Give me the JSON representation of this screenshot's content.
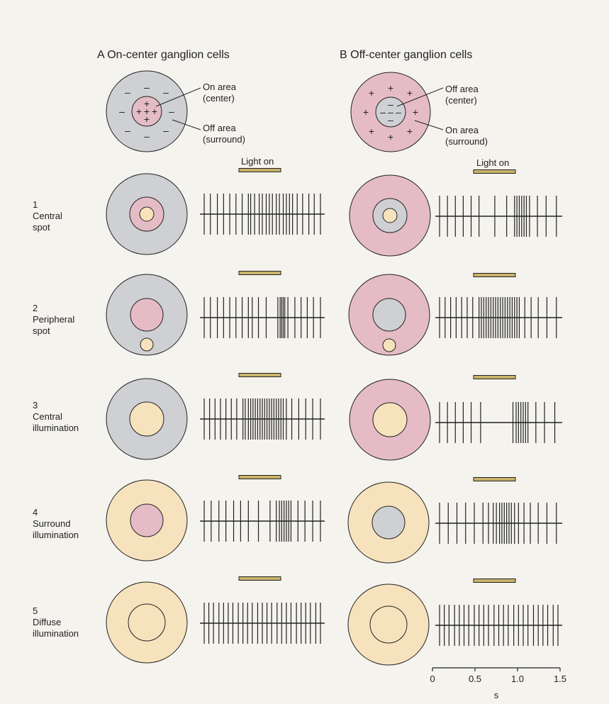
{
  "colors": {
    "paper": "#f5f3ee",
    "gray": "#cfd0d3",
    "pink": "#e5bcc6",
    "yellow": "#f6e2bd",
    "ink": "#222222",
    "light_bar": "#c9b36a"
  },
  "columns": [
    {
      "title": "A  On-center ganglion cells",
      "key_labels": {
        "center": [
          "On area",
          "(center)"
        ],
        "surround": [
          "Off area",
          "(surround)"
        ]
      },
      "center_sign": "+",
      "surround_sign": "–"
    },
    {
      "title": "B  Off-center ganglion cells",
      "key_labels": {
        "center": [
          "Off area",
          "(center)"
        ],
        "surround": [
          "On area",
          "(surround)"
        ]
      },
      "center_sign": "–",
      "surround_sign": "+"
    }
  ],
  "light_on_label": "Light on",
  "rows": [
    {
      "number": "1",
      "label": [
        "Central",
        "spot"
      ]
    },
    {
      "number": "2",
      "label": [
        "Peripheral",
        "spot"
      ]
    },
    {
      "number": "3",
      "label": [
        "Central",
        "illumination"
      ]
    },
    {
      "number": "4",
      "label": [
        "Surround",
        "illumination"
      ]
    },
    {
      "number": "5",
      "label": [
        "Diffuse",
        "illumination"
      ]
    }
  ],
  "time_scale": {
    "ticks": [
      "0",
      "0.5",
      "1.0",
      "1.5"
    ],
    "unit": "s"
  },
  "spike_trains": {
    "on_center": [
      [
        0.0,
        0.08,
        0.17,
        0.25,
        0.33,
        0.41,
        0.49,
        0.57,
        0.6,
        0.65,
        0.71,
        0.75,
        0.8,
        0.84,
        0.88,
        0.93,
        0.97,
        1.02,
        1.06,
        1.1,
        1.14,
        1.2,
        1.27,
        1.35,
        1.42,
        1.5
      ],
      [
        0.0,
        0.08,
        0.17,
        0.25,
        0.33,
        0.41,
        0.49,
        0.57,
        0.62,
        0.7,
        0.8,
        0.95,
        0.98,
        1.0,
        1.02,
        1.04,
        1.08,
        1.17,
        1.25,
        1.33,
        1.41,
        1.5
      ],
      [
        0.0,
        0.07,
        0.14,
        0.21,
        0.28,
        0.35,
        0.42,
        0.5,
        0.53,
        0.57,
        0.6,
        0.63,
        0.66,
        0.69,
        0.72,
        0.75,
        0.78,
        0.81,
        0.84,
        0.87,
        0.9,
        0.93,
        0.96,
        0.99,
        1.02,
        1.06,
        1.13,
        1.22,
        1.31,
        1.4,
        1.5
      ],
      [
        0.0,
        0.09,
        0.19,
        0.28,
        0.38,
        0.47,
        0.57,
        0.7,
        0.85,
        0.93,
        0.97,
        1.0,
        1.03,
        1.06,
        1.09,
        1.12,
        1.21,
        1.3,
        1.4,
        1.5
      ],
      [
        0.0,
        0.06,
        0.12,
        0.19,
        0.25,
        0.31,
        0.37,
        0.44,
        0.5,
        0.56,
        0.62,
        0.69,
        0.75,
        0.81,
        0.87,
        0.94,
        1.0,
        1.06,
        1.12,
        1.19,
        1.25,
        1.31,
        1.37,
        1.44,
        1.5
      ]
    ],
    "off_center": [
      [
        0.0,
        0.1,
        0.2,
        0.3,
        0.4,
        0.5,
        0.7,
        0.85,
        0.95,
        0.98,
        1.01,
        1.04,
        1.07,
        1.1,
        1.14,
        1.24,
        1.35,
        1.48
      ],
      [
        0.0,
        0.07,
        0.14,
        0.21,
        0.28,
        0.35,
        0.42,
        0.5,
        0.53,
        0.56,
        0.59,
        0.62,
        0.65,
        0.68,
        0.71,
        0.74,
        0.77,
        0.8,
        0.83,
        0.86,
        0.89,
        0.92,
        0.95,
        0.98,
        1.01,
        1.08,
        1.16,
        1.25,
        1.36,
        1.48
      ],
      [
        0.0,
        0.1,
        0.2,
        0.3,
        0.4,
        0.52,
        0.93,
        0.97,
        1.0,
        1.03,
        1.06,
        1.09,
        1.12,
        1.22,
        1.33,
        1.46
      ],
      [
        0.0,
        0.11,
        0.22,
        0.33,
        0.44,
        0.55,
        0.62,
        0.68,
        0.72,
        0.76,
        0.79,
        0.82,
        0.85,
        0.88,
        0.91,
        0.95,
        1.0,
        1.07,
        1.15,
        1.25,
        1.36,
        1.48
      ],
      [
        0.0,
        0.06,
        0.12,
        0.19,
        0.25,
        0.31,
        0.37,
        0.44,
        0.5,
        0.56,
        0.62,
        0.69,
        0.75,
        0.81,
        0.87,
        0.94,
        1.0,
        1.06,
        1.12,
        1.19,
        1.25,
        1.31,
        1.37,
        1.44,
        1.5
      ]
    ]
  }
}
